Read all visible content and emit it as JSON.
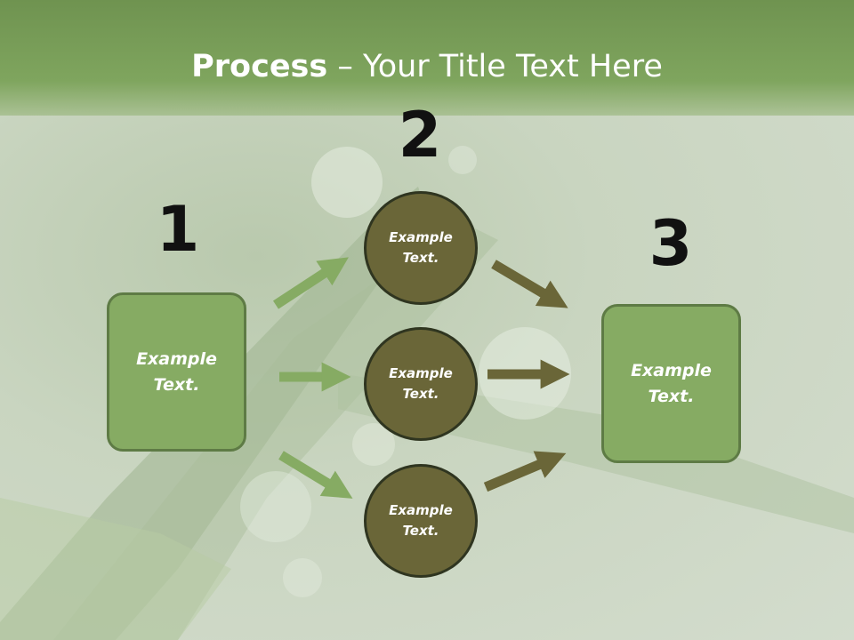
{
  "slide": {
    "title_bold": "Process",
    "title_rest": " – Your Title Text Here"
  },
  "steps": {
    "step1_number": "1",
    "step2_number": "2",
    "step3_number": "3"
  },
  "nodes": {
    "left_box": "Example Text.",
    "circle_top": "Example Text.",
    "circle_middle": "Example Text.",
    "circle_bottom": "Example Text.",
    "right_box": "Example Text."
  },
  "colors": {
    "header": "#7fa55e",
    "box_fill": "#86ab63",
    "circle_fill": "#6a6638",
    "arrow_light": "#86ab63",
    "arrow_dark": "#6a6638"
  }
}
